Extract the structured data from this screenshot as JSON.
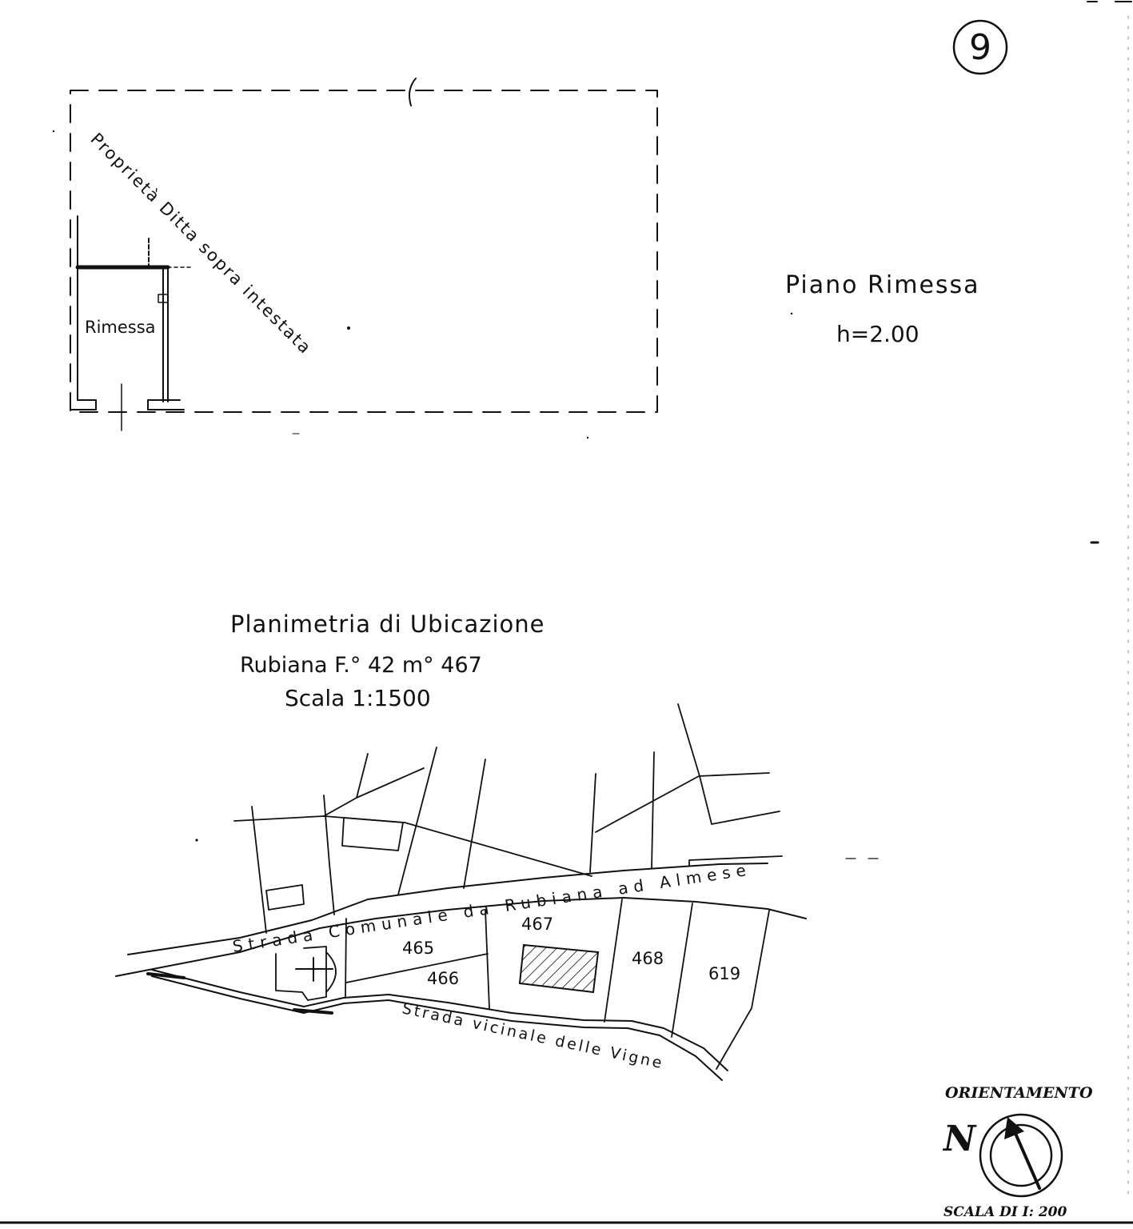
{
  "sheet": {
    "page_number": "9"
  },
  "floor_plan": {
    "room_label": "Rimessa",
    "property_note": "Proprietà Ditta sopra intestata",
    "floor_title": "Piano Rimessa",
    "height_label": "h=2.00"
  },
  "location_plan": {
    "title_line1": "Planimetria di Ubicazione",
    "title_line2": "Rubiana F.° 42 m° 467",
    "title_line3": "Scala 1:1500",
    "road_main": "Strada Comunale da Rubiana ad Almese",
    "road_lower": "Strada vicinale delle Vigne",
    "parcels": [
      "465",
      "466",
      "467",
      "468",
      "619"
    ]
  },
  "orientation": {
    "label": "ORIENTAMENTO",
    "north_symbol": "N",
    "scale_label": "SCALA DI I: 200"
  }
}
